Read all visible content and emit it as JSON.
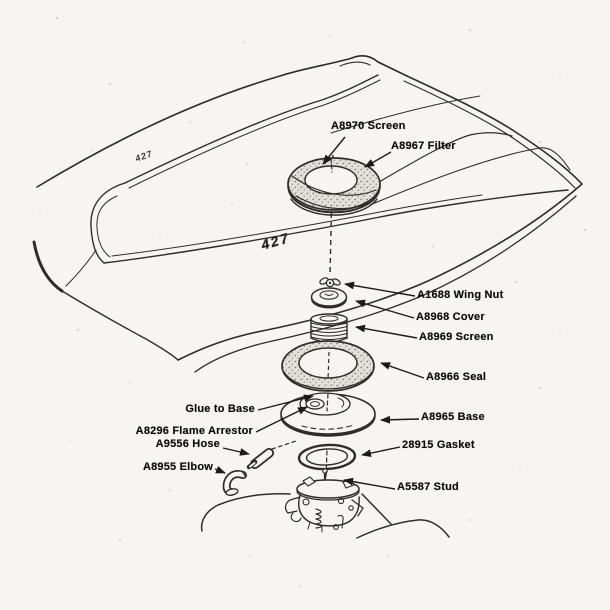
{
  "diagram": {
    "labels": {
      "screen_top": "A8970 Screen",
      "filter": "A8967 Filter",
      "wing_nut": "A1688 Wing Nut",
      "cover": "A8968 Cover",
      "screen_inner": "A8969 Screen",
      "seal": "A8966 Seal",
      "glue_note": "Glue to Base",
      "flame_arrestor": "A8296 Flame Arrestor",
      "hose": "A9556 Hose",
      "elbow": "A8955 Elbow",
      "base": "A8965 Base",
      "gasket": "28915 Gasket",
      "stud": "A5587 Stud"
    },
    "emblems": {
      "hood_large": "427",
      "hood_small": "427"
    },
    "colors": {
      "paper": "#f6f5f2",
      "ink": "#2e2d2b",
      "label_text": "#0b0b0b",
      "stipple_fill": "#e4e1db"
    }
  }
}
